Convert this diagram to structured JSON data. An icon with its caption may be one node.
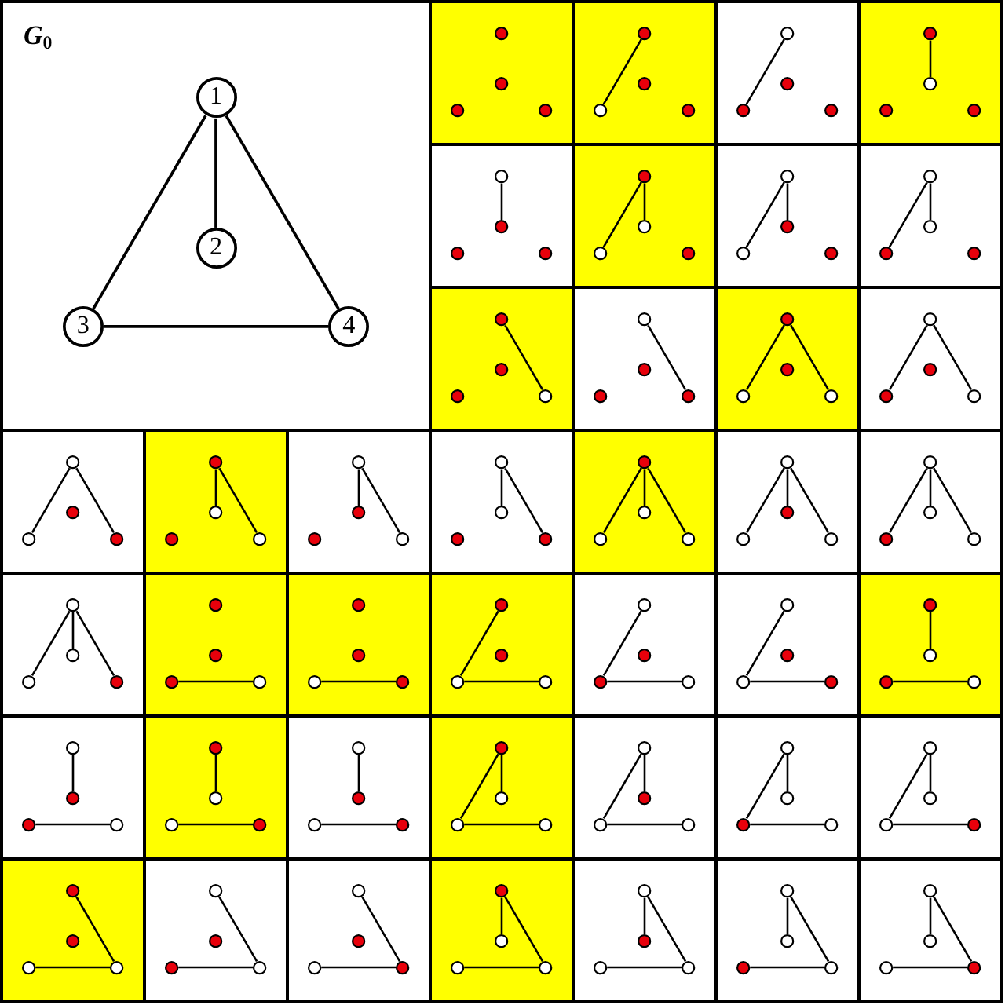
{
  "diagram": {
    "nodes": [
      {
        "text": [
          "*G*$_{0}$"
        ]
      },
      {
        "text": [
          "1"
        ],
        "in": 0
      },
      {
        "text": [
          "2"
        ],
        "in": 0
      },
      {
        "text": [
          "3"
        ],
        "in": 0
      },
      {
        "text": [
          "4"
        ],
        "in": 0
      },
      {
        "text": [],
        "shape": "box"
      },
      {
        "text": [],
        "shape": "circle",
        "in": 5
      },
      {
        "text": [],
        "shape": "circle",
        "in": 5
      },
      {
        "text": [],
        "shape": "circle",
        "in": 5
      },
      {
        "text": [],
        "shape": "circle",
        "in": 5
      },
      {
        "text": [],
        "shape": "box"
      },
      {
        "text": [],
        "shape": "circle",
        "in": 10
      },
      {
        "text": [],
        "shape": "circle",
        "in": 10
      },
      {
        "text": [],
        "shape": "circle",
        "in": 10
      },
      {
        "text": [],
        "shape": "circle",
        "in": 10
      },
      {
        "text": [],
        "shape": "box"
      },
      {
        "text": [],
        "shape": "circle",
        "in": 15
      },
      {
        "text": [],
        "shape": "circle",
        "in": 15
      },
      {
        "text": [],
        "shape": "circle",
        "in": 15
      },
      {
        "text": [],
        "shape": "circle",
        "in": 15
      },
      {
        "text": [],
        "shape": "box"
      },
      {
        "text": [],
        "shape": "circle",
        "in": 20
      },
      {
        "text": [],
        "shape": "circle",
        "in": 20
      },
      {
        "text": [],
        "shape": "circle",
        "in": 20
      },
      {
        "text": [],
        "shape": "circle",
        "in": 20
      },
      {
        "text": [],
        "shape": "box"
      },
      {
        "text": [],
        "shape": "circle",
        "in": 25
      },
      {
        "text": [],
        "shape": "circle",
        "in": 25
      },
      {
        "text": [],
        "shape": "circle",
        "in": 25
      },
      {
        "text": [],
        "shape": "circle",
        "in": 25
      },
      {
        "text": [],
        "shape": "box"
      },
      {
        "text": [],
        "shape": "circle",
        "in": 30
      },
      {
        "text": [],
        "shape": "circle",
        "in": 30
      },
      {
        "text": [],
        "shape": "circle",
        "in": 30
      },
      {
        "text": [],
        "shape": "circle",
        "in": 30
      },
      {
        "text": [],
        "shape": "box"
      },
      {
        "text": [],
        "shape": "circle",
        "in": 35
      },
      {
        "text": [],
        "shape": "circle",
        "in": 35
      },
      {
        "text": [],
        "shape": "circle",
        "in": 35
      },
      {
        "text": [],
        "shape": "circle",
        "in": 35
      },
      {
        "text": [],
        "shape": "box"
      },
      {
        "text": [],
        "shape": "circle",
        "in": 40
      },
      {
        "text": [],
        "shape": "circle",
        "in": 40
      },
      {
        "text": [],
        "shape": "circle",
        "in": 40
      },
      {
        "text": [],
        "shape": "circle",
        "in": 40
      },
      {
        "text": [],
        "shape": "box"
      },
      {
        "text": [],
        "shape": "circle",
        "in": 45
      },
      {
        "text": [],
        "shape": "circle",
        "in": 45
      },
      {
        "text": [],
        "shape": "circle",
        "in": 45
      },
      {
        "text": [],
        "shape": "circle",
        "in": 45
      },
      {
        "text": [],
        "shape": "box"
      },
      {
        "text": [],
        "shape": "circle",
        "in": 50
      },
      {
        "text": [],
        "shape": "circle",
        "in": 50
      },
      {
        "text": [],
        "shape": "circle",
        "in": 50
      },
      {
        "text": [],
        "shape": "circle",
        "in": 50
      },
      {
        "text": [],
        "shape": "box"
      },
      {
        "text": [],
        "shape": "circle",
        "in": 55
      },
      {
        "text": [],
        "shape": "circle",
        "in": 55
      },
      {
        "text": [],
        "shape": "circle",
        "in": 55
      },
      {
        "text": [],
        "shape": "circle",
        "in": 55
      },
      {
        "text": [],
        "shape": "box"
      },
      {
        "text": [],
        "shape": "circle",
        "in": 60
      },
      {
        "text": [],
        "shape": "circle",
        "in": 60
      },
      {
        "text": [],
        "shape": "circle",
        "in": 60
      },
      {
        "text": [],
        "shape": "circle",
        "in": 60
      },
      {
        "text": [],
        "shape": "box"
      },
      {
        "text": [],
        "shape": "circle",
        "in": 65
      },
      {
        "text": [],
        "shape": "circle",
        "in": 65
      },
      {
        "text": [],
        "shape": "circle",
        "in": 65
      },
      {
        "text": [],
        "shape": "circle",
        "in": 65
      },
      {
        "text": [],
        "shape": "box"
      },
      {
        "text": [],
        "shape": "circle",
        "in": 70
      },
      {
        "text": [],
        "shape": "circle",
        "in": 70
      },
      {
        "text": [],
        "shape": "circle",
        "in": 70
      },
      {
        "text": [],
        "shape": "circle",
        "in": 70
      },
      {
        "text": [],
        "shape": "box"
      },
      {
        "text": [],
        "shape": "circle",
        "in": 75
      },
      {
        "text": [],
        "shape": "circle",
        "in": 75
      },
      {
        "text": [],
        "shape": "circle",
        "in": 75
      },
      {
        "text": [],
        "shape": "circle",
        "in": 75
      },
      {
        "text": [],
        "shape": "box"
      },
      {
        "text": [],
        "shape": "circle",
        "in": 80
      },
      {
        "text": [],
        "shape": "circle",
        "in": 80
      },
      {
        "text": [],
        "shape": "circle",
        "in": 80
      },
      {
        "text": [],
        "shape": "circle",
        "in": 80
      },
      {
        "text": [],
        "shape": "box"
      },
      {
        "text": [],
        "shape": "circle",
        "in": 85
      },
      {
        "text": [],
        "shape": "circle",
        "in": 85
      },
      {
        "text": [],
        "shape": "circle",
        "in": 85
      },
      {
        "text": [],
        "shape": "circle",
        "in": 85
      },
      {
        "text": [],
        "shape": "box"
      },
      {
        "text": [],
        "shape": "circle",
        "in": 90
      },
      {
        "text": [],
        "shape": "circle",
        "in": 90
      },
      {
        "text": [],
        "shape": "circle",
        "in": 90
      },
      {
        "text": [],
        "shape": "circle",
        "in": 90
      },
      {
        "text": [],
        "shape": "box"
      },
      {
        "text": [],
        "shape": "circle",
        "in": 95
      },
      {
        "text": [],
        "shape": "circle",
        "in": 95
      },
      {
        "text": [],
        "shape": "circle",
        "in": 95
      },
      {
        "text": [],
        "shape": "circle",
        "in": 95
      },
      {
        "text": [],
        "shape": "box"
      },
      {
        "text": [],
        "shape": "circle",
        "in": 100
      },
      {
        "text": [],
        "shape": "circle",
        "in": 100
      },
      {
        "text": [],
        "shape": "circle",
        "in": 100
      },
      {
        "text": [],
        "shape": "circle",
        "in": 100
      },
      {
        "text": [],
        "shape": "box"
      },
      {
        "text": [],
        "shape": "circle",
        "in": 105
      },
      {
        "text": [],
        "shape": "circle",
        "in": 105
      },
      {
        "text": [],
        "shape": "circle",
        "in": 105
      },
      {
        "text": [],
        "shape": "circle",
        "in": 105
      },
      {
        "text": [],
        "shape": "box"
      },
      {
        "text": [],
        "shape": "circle",
        "in": 110
      },
      {
        "text": [],
        "shape": "circle",
        "in": 110
      },
      {
        "text": [],
        "shape": "circle",
        "in": 110
      },
      {
        "text": [],
        "shape": "circle",
        "in": 110
      },
      {
        "text": [],
        "shape": "box"
      },
      {
        "text": [],
        "shape": "circle",
        "in": 115
      },
      {
        "text": [],
        "shape": "circle",
        "in": 115
      },
      {
        "text": [],
        "shape": "circle",
        "in": 115
      },
      {
        "text": [],
        "shape": "circle",
        "in": 115
      },
      {
        "text": [],
        "shape": "box"
      },
      {
        "text": [],
        "shape": "circle",
        "in": 120
      },
      {
        "text": [],
        "shape": "circle",
        "in": 120
      },
      {
        "text": [],
        "shape": "circle",
        "in": 120
      },
      {
        "text": [],
        "shape": "circle",
        "in": 120
      },
      {
        "text": [],
        "shape": "box"
      },
      {
        "text": [],
        "shape": "circle",
        "in": 125
      },
      {
        "text": [],
        "shape": "circle",
        "in": 125
      },
      {
        "text": [],
        "shape": "circle",
        "in": 125
      },
      {
        "text": [],
        "shape": "circle",
        "in": 125
      },
      {
        "text": [],
        "shape": "box"
      },
      {
        "text": [],
        "shape": "circle",
        "in": 130
      },
      {
        "text": [],
        "shape": "circle",
        "in": 130
      },
      {
        "text": [],
        "shape": "circle",
        "in": 130
      },
      {
        "text": [],
        "shape": "circle",
        "in": 130
      },
      {
        "text": [],
        "shape": "box"
      },
      {
        "text": [],
        "shape": "circle",
        "in": 135
      },
      {
        "text": [],
        "shape": "circle",
        "in": 135
      },
      {
        "text": [],
        "shape": "circle",
        "in": 135
      },
      {
        "text": [],
        "shape": "circle",
        "in": 135
      },
      {
        "text": [],
        "shape": "box"
      },
      {
        "text": [],
        "shape": "circle",
        "in": 140
      },
      {
        "text": [],
        "shape": "circle",
        "in": 140
      },
      {
        "text": [],
        "shape": "circle",
        "in": 140
      },
      {
        "text": [],
        "shape": "circle",
        "in": 140
      },
      {
        "text": [],
        "shape": "box"
      },
      {
        "text": [],
        "shape": "circle",
        "in": 145
      },
      {
        "text": [],
        "shape": "circle",
        "in": 145
      },
      {
        "text": [],
        "shape": "circle",
        "in": 145
      },
      {
        "text": [],
        "shape": "circle",
        "in": 145
      },
      {
        "text": [],
        "shape": "box"
      },
      {
        "text": [],
        "shape": "circle",
        "in": 150
      },
      {
        "text": [],
        "shape": "circle",
        "in": 150
      },
      {
        "text": [],
        "shape": "circle",
        "in": 150
      },
      {
        "text": [],
        "shape": "circle",
        "in": 150
      },
      {
        "text": [],
        "shape": "box"
      },
      {
        "text": [],
        "shape": "circle",
        "in": 155
      },
      {
        "text": [],
        "shape": "circle",
        "in": 155
      },
      {
        "text": [],
        "shape": "circle",
        "in": 155
      },
      {
        "text": [],
        "shape": "circle",
        "in": 155
      },
      {
        "text": [],
        "shape": "box"
      },
      {
        "text": [],
        "shape": "circle",
        "in": 160
      },
      {
        "text": [],
        "shape": "circle",
        "in": 160
      },
      {
        "text": [],
        "shape": "circle",
        "in": 160
      },
      {
        "text": [],
        "shape": "circle",
        "in": 160
      },
      {
        "text": [],
        "shape": "box"
      },
      {
        "text": [],
        "shape": "circle",
        "in": 165
      },
      {
        "text": [],
        "shape": "circle",
        "in": 165
      },
      {
        "text": [],
        "shape": "circle",
        "in": 165
      },
      {
        "text": [],
        "shape": "circle",
        "in": 165
      },
      {
        "text": [],
        "shape": "box"
      },
      {
        "text": [],
        "shape": "circle",
        "in": 170
      },
      {
        "text": [],
        "shape": "circle",
        "in": 170
      },
      {
        "text": [],
        "shape": "circle",
        "in": 170
      },
      {
        "text": [],
        "shape": "circle",
        "in": 170
      },
      {
        "text": [],
        "shape": "box"
      },
      {
        "text": [],
        "shape": "circle",
        "in": 175
      },
      {
        "text": [],
        "shape": "circle",
        "in": 175
      },
      {
        "text": [],
        "shape": "circle",
        "in": 175
      },
      {
        "text": [],
        "shape": "circle",
        "in": 175
      },
      {
        "text": [],
        "shape": "box"
      },
      {
        "text": [],
        "shape": "circle",
        "in": 180
      },
      {
        "text": [],
        "shape": "circle",
        "in": 180
      },
      {
        "text": [],
        "shape": "circle",
        "in": 180
      },
      {
        "text": [],
        "shape": "circle",
        "in": 180
      },
      {
        "text": [],
        "shape": "box"
      },
      {
        "text": [],
        "shape": "circle",
        "in": 185
      },
      {
        "text": [],
        "shape": "circle",
        "in": 185
      },
      {
        "text": [],
        "shape": "circle",
        "in": 185
      },
      {
        "text": [],
        "shape": "circle",
        "in": 185
      },
      {
        "text": [],
        "shape": "box"
      },
      {
        "text": [],
        "shape": "circle",
        "in": 190
      },
      {
        "text": [],
        "shape": "circle",
        "in": 190
      },
      {
        "text": [],
        "shape": "circle",
        "in": 190
      },
      {
        "text": [],
        "shape": "circle",
        "in": 190
      },
      {
        "text": [],
        "shape": "box"
      },
      {
        "text": [],
        "shape": "circle",
        "in": 195
      },
      {
        "text": [],
        "shape": "circle",
        "in": 195
      },
      {
        "text": [],
        "shape": "circle",
        "in": 195
      },
      {
        "text": [],
        "shape": "circle",
        "in": 195
      },
      {
        "text": [],
        "shape": "box"
      },
      {
        "text": [],
        "shape": "circle",
        "in": 200
      },
      {
        "text": [],
        "shape": "circle",
        "in": 200
      },
      {
        "text": [],
        "shape": "circle",
        "in": 200
      },
      {
        "text": [],
        "shape": "circle",
        "in": 200
      }
    ],
    "edges": [
      {
        "from": 1,
        "to": 2,
        "arrow": "none"
      },
      {
        "from": 1,
        "to": 3,
        "arrow": "none"
      },
      {
        "from": 1,
        "to": 4,
        "arrow": "none"
      },
      {
        "from": 3,
        "to": 4,
        "arrow": "none"
      },
      {
        "from": 11,
        "to": 13,
        "arrow": "none"
      },
      {
        "from": 16,
        "to": 18,
        "arrow": "none"
      },
      {
        "from": 21,
        "to": 22,
        "arrow": "none"
      },
      {
        "from": 26,
        "to": 27,
        "arrow": "none"
      },
      {
        "from": 31,
        "to": 32,
        "arrow": "none"
      },
      {
        "from": 31,
        "to": 33,
        "arrow": "none"
      },
      {
        "from": 36,
        "to": 37,
        "arrow": "none"
      },
      {
        "from": 36,
        "to": 38,
        "arrow": "none"
      },
      {
        "from": 41,
        "to": 42,
        "arrow": "none"
      },
      {
        "from": 41,
        "to": 43,
        "arrow": "none"
      },
      {
        "from": 46,
        "to": 49,
        "arrow": "none"
      },
      {
        "from": 51,
        "to": 54,
        "arrow": "none"
      },
      {
        "from": 56,
        "to": 58,
        "arrow": "none"
      },
      {
        "from": 56,
        "to": 59,
        "arrow": "none"
      },
      {
        "from": 61,
        "to": 63,
        "arrow": "none"
      },
      {
        "from": 61,
        "to": 64,
        "arrow": "none"
      },
      {
        "from": 66,
        "to": 68,
        "arrow": "none"
      },
      {
        "from": 66,
        "to": 69,
        "arrow": "none"
      },
      {
        "from": 71,
        "to": 72,
        "arrow": "none"
      },
      {
        "from": 71,
        "to": 74,
        "arrow": "none"
      },
      {
        "from": 76,
        "to": 77,
        "arrow": "none"
      },
      {
        "from": 76,
        "to": 79,
        "arrow": "none"
      },
      {
        "from": 81,
        "to": 82,
        "arrow": "none"
      },
      {
        "from": 81,
        "to": 84,
        "arrow": "none"
      },
      {
        "from": 86,
        "to": 87,
        "arrow": "none"
      },
      {
        "from": 86,
        "to": 88,
        "arrow": "none"
      },
      {
        "from": 86,
        "to": 89,
        "arrow": "none"
      },
      {
        "from": 91,
        "to": 92,
        "arrow": "none"
      },
      {
        "from": 91,
        "to": 93,
        "arrow": "none"
      },
      {
        "from": 91,
        "to": 94,
        "arrow": "none"
      },
      {
        "from": 96,
        "to": 97,
        "arrow": "none"
      },
      {
        "from": 96,
        "to": 98,
        "arrow": "none"
      },
      {
        "from": 96,
        "to": 99,
        "arrow": "none"
      },
      {
        "from": 101,
        "to": 102,
        "arrow": "none"
      },
      {
        "from": 101,
        "to": 103,
        "arrow": "none"
      },
      {
        "from": 101,
        "to": 104,
        "arrow": "none"
      },
      {
        "from": 108,
        "to": 109,
        "arrow": "none"
      },
      {
        "from": 113,
        "to": 114,
        "arrow": "none"
      },
      {
        "from": 116,
        "to": 118,
        "arrow": "none"
      },
      {
        "from": 118,
        "to": 119,
        "arrow": "none"
      },
      {
        "from": 121,
        "to": 123,
        "arrow": "none"
      },
      {
        "from": 123,
        "to": 124,
        "arrow": "none"
      },
      {
        "from": 126,
        "to": 128,
        "arrow": "none"
      },
      {
        "from": 128,
        "to": 129,
        "arrow": "none"
      },
      {
        "from": 131,
        "to": 132,
        "arrow": "none"
      },
      {
        "from": 133,
        "to": 134,
        "arrow": "none"
      },
      {
        "from": 136,
        "to": 137,
        "arrow": "none"
      },
      {
        "from": 138,
        "to": 139,
        "arrow": "none"
      },
      {
        "from": 141,
        "to": 142,
        "arrow": "none"
      },
      {
        "from": 143,
        "to": 144,
        "arrow": "none"
      },
      {
        "from": 146,
        "to": 147,
        "arrow": "none"
      },
      {
        "from": 148,
        "to": 149,
        "arrow": "none"
      },
      {
        "from": 151,
        "to": 152,
        "arrow": "none"
      },
      {
        "from": 151,
        "to": 153,
        "arrow": "none"
      },
      {
        "from": 153,
        "to": 154,
        "arrow": "none"
      },
      {
        "from": 156,
        "to": 157,
        "arrow": "none"
      },
      {
        "from": 156,
        "to": 158,
        "arrow": "none"
      },
      {
        "from": 158,
        "to": 159,
        "arrow": "none"
      },
      {
        "from": 161,
        "to": 162,
        "arrow": "none"
      },
      {
        "from": 161,
        "to": 163,
        "arrow": "none"
      },
      {
        "from": 163,
        "to": 164,
        "arrow": "none"
      },
      {
        "from": 166,
        "to": 167,
        "arrow": "none"
      },
      {
        "from": 166,
        "to": 168,
        "arrow": "none"
      },
      {
        "from": 168,
        "to": 169,
        "arrow": "none"
      },
      {
        "from": 171,
        "to": 174,
        "arrow": "none"
      },
      {
        "from": 173,
        "to": 174,
        "arrow": "none"
      },
      {
        "from": 176,
        "to": 179,
        "arrow": "none"
      },
      {
        "from": 178,
        "to": 179,
        "arrow": "none"
      },
      {
        "from": 181,
        "to": 184,
        "arrow": "none"
      },
      {
        "from": 183,
        "to": 184,
        "arrow": "none"
      },
      {
        "from": 186,
        "to": 187,
        "arrow": "none"
      },
      {
        "from": 186,
        "to": 189,
        "arrow": "none"
      },
      {
        "from": 188,
        "to": 189,
        "arrow": "none"
      },
      {
        "from": 191,
        "to": 192,
        "arrow": "none"
      },
      {
        "from": 191,
        "to": 194,
        "arrow": "none"
      },
      {
        "from": 193,
        "to": 194,
        "arrow": "none"
      },
      {
        "from": 196,
        "to": 197,
        "arrow": "none"
      },
      {
        "from": 196,
        "to": 199,
        "arrow": "none"
      },
      {
        "from": 198,
        "to": 199,
        "arrow": "none"
      },
      {
        "from": 201,
        "to": 202,
        "arrow": "none"
      },
      {
        "from": 201,
        "to": 204,
        "arrow": "none"
      },
      {
        "from": 203,
        "to": 204,
        "arrow": "none"
      }
    ]
  }
}
